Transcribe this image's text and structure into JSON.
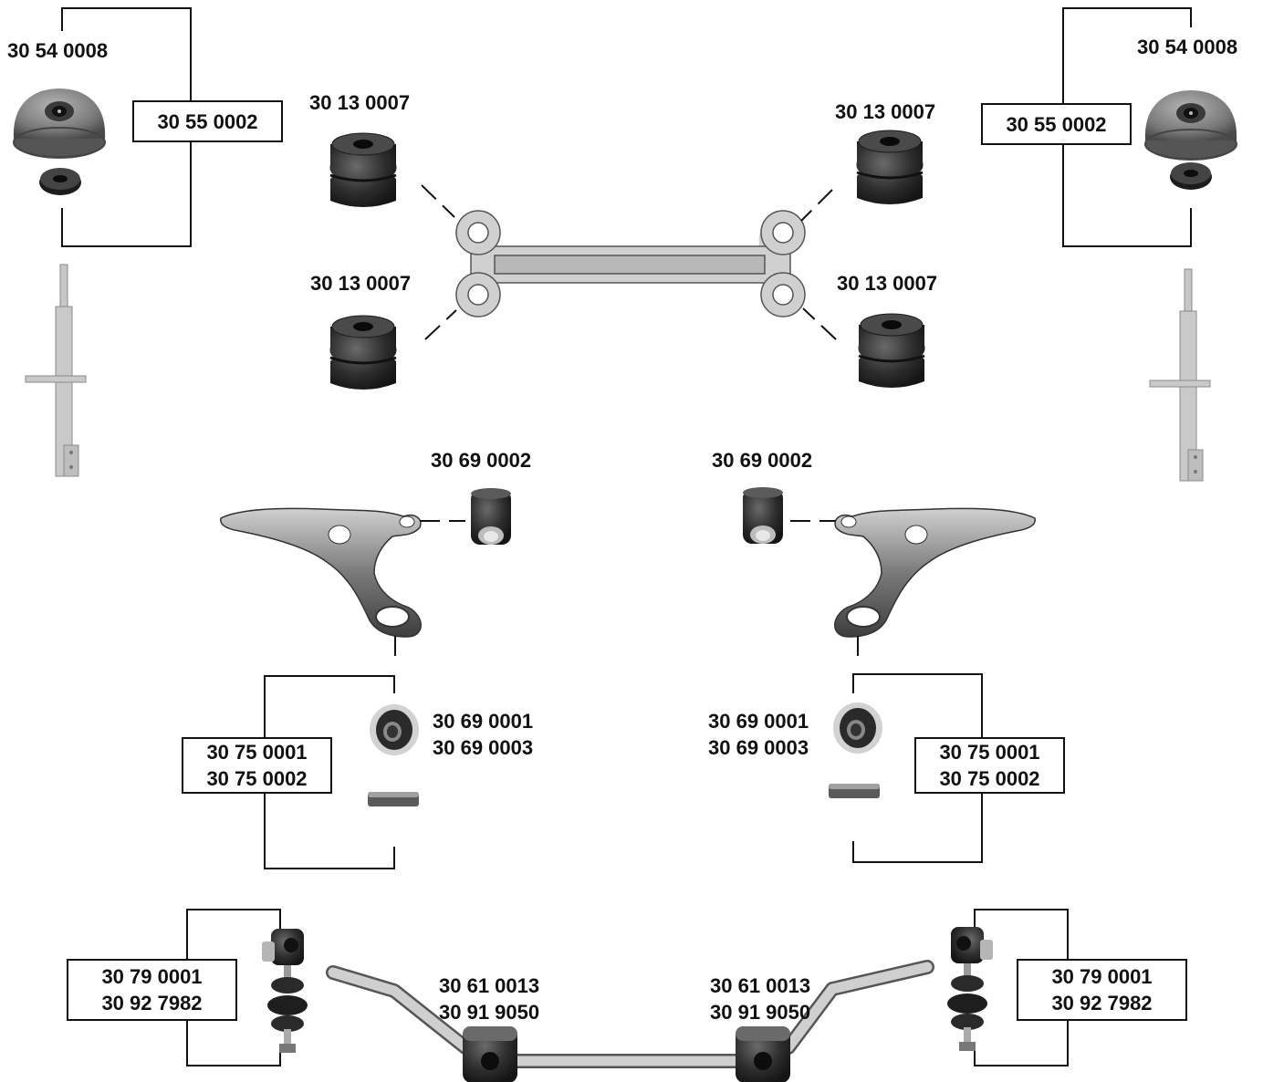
{
  "parts": {
    "strut_mount": "30 54 0008",
    "strut_kit": "30 55 0002",
    "subframe_mount": "30 13 0007",
    "arm_front_bush": "30 69 0002",
    "arm_rear_bush_1": "30 69 0001",
    "arm_rear_bush_2": "30 69 0003",
    "arm_rear_kit_1": "30 75 0001",
    "arm_rear_kit_2": "30 75 0002",
    "link_1": "30 79 0001",
    "link_2": "30 92 7982",
    "bar_bush_1": "30 61 0013",
    "bar_bush_2": "30 91 9050"
  },
  "colors": {
    "line": "#111111",
    "rubber": "#2a2a2a",
    "metal": "#c6c6c6",
    "arm": "#8c8c8c"
  }
}
